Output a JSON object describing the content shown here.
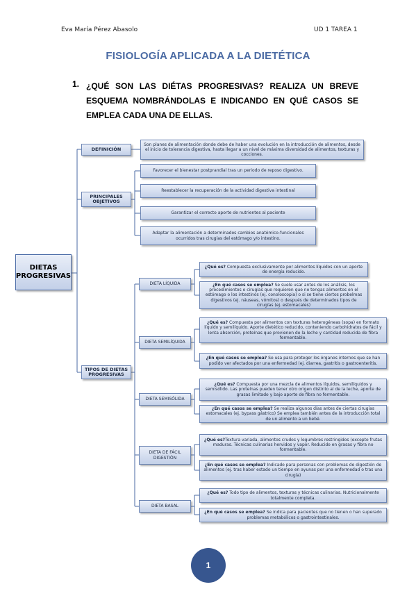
{
  "header": {
    "author": "Eva María Pérez Abasolo",
    "course": "UD 1 TAREA 1"
  },
  "title": "FISIOLOGÍA APLICADA A LA DIETÉTICA",
  "question": {
    "number": "1.",
    "text": "¿QUÉ SON LAS DIÉTAS PROGRESIVAS? REALIZA UN BREVE ESQUEMA NOMBRÁNDOLAS E INDICANDO EN QUÉ CASOS SE EMPLEA CADA UNA DE ELLAS."
  },
  "diagram": {
    "root": "DIETAS PROGRESIVAS",
    "definicion": {
      "label": "DEFINICIÓN",
      "text": "Son planes de alimentación donde debe de haber una evolución en la introducción de alimentos, desde el inicio de tolerancia digestiva, hasta llegar a un nivel de máxima diversidad de alimentos, texturas y cocciones."
    },
    "objetivos": {
      "label": "PRINCIPALES OBJETIVOS",
      "items": [
        "Favorecer el bienestar postprandial tras un periodo de reposo digestivo.",
        "Reestablecer la recuperación de la actividad digestiva intestinal",
        "Garantizar el correcto aporte de nutrientes al paciente",
        "Adaptar la alimentación a determinados cambios anatómico-funcionales ocurridos tras cirugías del estómago y/o intestino."
      ]
    },
    "tipos": {
      "label": "TIPOS DE DIETAS PROGRESIVAS",
      "que_es_label": "¿Qué es?",
      "casos_label": "¿En qué casos se emplea?",
      "items": [
        {
          "name": "DIETA LÍQUIDA",
          "que_es": "Compuesta exclusivamente por alimentos líquidos con un aporte de energía reducido.",
          "casos": "Se suele usar antes de los análisis, los procedimientos o cirugías que requieren que no tengas alimentos en el estómago o los intestinos (ej. conoloscopia) o si se tiene ciertos probelmas digestivos (ej. náuseas, vómitos) o después de determinados tipos de cirugías (ej. estomacales)"
        },
        {
          "name": "DIETA SEMILÍQUIDA",
          "que_es": "Compuesta por alimentos con texturas heterogéneas (sopa) en formato líquido y semilíquido. Aporte dietético reducido, conteniendo carbohidratos de fácil y lenta absorción, proteínas que provienen de la leche y cantidad reducida de fibra fermentable.",
          "casos": "Se usa para proteger los órganos internos que se han podido ver afectados por una enfermedad (ej. diarrea, gastritis o gastroenteritis."
        },
        {
          "name": "DIETA SEMISÓLIDA",
          "que_es": "Compuesta por una mezcla de alimentos líquidos, semilíquidos y semisólido. Las proteínas pueden tener otro origen distinto al de la leche, aporte de grasas limitado y bajo aporte de fibra no fermentable.",
          "casos": "Se realiza algunos días antes de ciertas cirugías estomacales (ej. bypass gástrico) Se emplea también antes de la introducción total de un alimento a un bebé."
        },
        {
          "name": "DIETA DE FÁCIL DIGESTIÓN",
          "que_es": "Textura variada, alimentos crudos y legumbres restringidos (excepto frutas maduras. Técnicas culinarias hervidos y vapor. Reducido en grasas y fibra no formentable.",
          "casos": "Indicado para personas con problemas de digestión de alimentos (ej. tras haber estado un tiempo en ayunas por una enfermedad o tras una cirugía)"
        },
        {
          "name": "DIETA BASAL",
          "que_es": "Todo tipo de alimentos, texturas y técnicas culinarias. Nutricionalmente totalmente completa.",
          "casos": "Se indica para pacientes que no tienen o han superado problemas metabólicos o gastrointestinales."
        }
      ]
    }
  },
  "page_number": "1"
}
